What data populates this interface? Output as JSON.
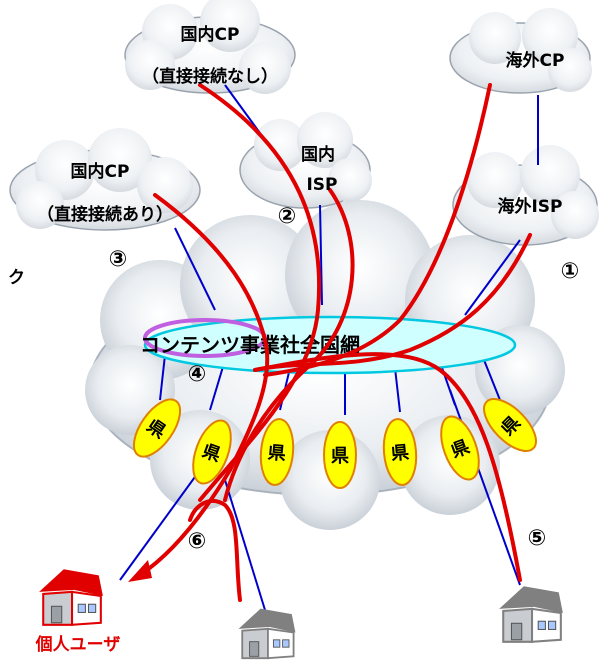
{
  "clouds": {
    "domestic_cp_no_direct": {
      "line1": "国内CP",
      "line2": "（直接接続なし）"
    },
    "overseas_cp": {
      "label": "海外CP"
    },
    "domestic_isp": {
      "line1": "国内",
      "line2": "ISP"
    },
    "domestic_cp_direct": {
      "line1": "国内CP",
      "line2": "（直接接続あり）"
    },
    "overseas_isp": {
      "label": "海外ISP"
    }
  },
  "backbone": {
    "label": "コンテンツ事業社全国網"
  },
  "side_text": {
    "label": "ク"
  },
  "prefectures": [
    "県",
    "県",
    "県",
    "県",
    "県",
    "県",
    "県"
  ],
  "markers": [
    "①",
    "②",
    "③",
    "④",
    "⑤",
    "⑥"
  ],
  "user_label": "個人ユーザ",
  "colors": {
    "route_red": "#e00000",
    "link_blue": "#0000cc",
    "prefecture_fill": "#ffff00",
    "prefecture_stroke": "#e08000",
    "backbone_fill": "#cfffff",
    "backbone_stroke": "#00c8e0",
    "purple_ring": "#c060e0",
    "user_house": "#e00000",
    "house_gray": "#808080"
  }
}
